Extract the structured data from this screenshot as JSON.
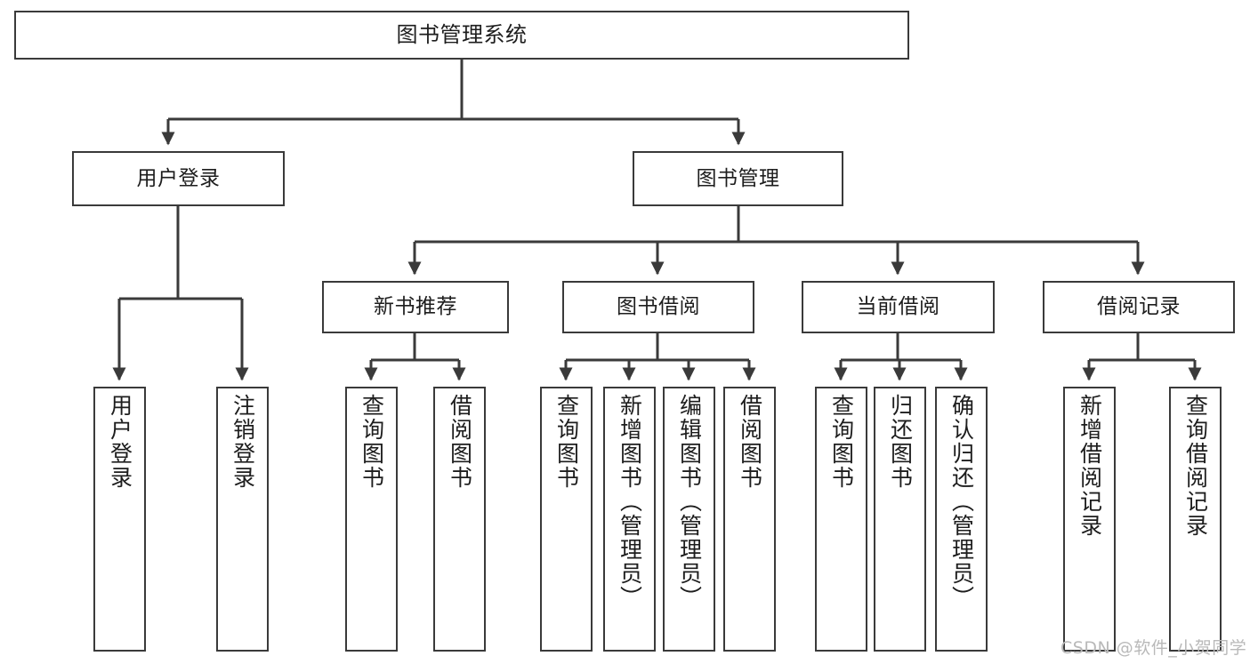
{
  "diagram": {
    "type": "tree-hierarchy",
    "title": "图书管理系统",
    "orientation": "top-down",
    "edge_color": "#3a3a3a",
    "node_border_color": "#3a3a3a",
    "node_fill_color": "#ffffff",
    "background_color": "#ffffff"
  },
  "nodes": {
    "root": {
      "label": "图书管理系统"
    },
    "level1": [
      {
        "id": "user-login",
        "label": "用户登录"
      },
      {
        "id": "book-manage",
        "label": "图书管理"
      }
    ],
    "level2": [
      {
        "id": "new-book-recommend",
        "label": "新书推荐"
      },
      {
        "id": "book-borrow",
        "label": "图书借阅"
      },
      {
        "id": "current-borrow",
        "label": "当前借阅"
      },
      {
        "id": "borrow-record",
        "label": "借阅记录"
      }
    ],
    "leaves": {
      "user-login": [
        {
          "id": "leaf-user-login",
          "label": "用户登录"
        },
        {
          "id": "leaf-logout",
          "label": "注销登录"
        }
      ],
      "new-book-recommend": [
        {
          "id": "leaf-query-book-1",
          "label": "查询图书"
        },
        {
          "id": "leaf-borrow-book-1",
          "label": "借阅图书"
        }
      ],
      "book-borrow": [
        {
          "id": "leaf-query-book-2",
          "label": "查询图书"
        },
        {
          "id": "leaf-add-book",
          "label": "新增图书（管理员）"
        },
        {
          "id": "leaf-edit-book",
          "label": "编辑图书（管理员）"
        },
        {
          "id": "leaf-borrow-book-2",
          "label": "借阅图书"
        }
      ],
      "current-borrow": [
        {
          "id": "leaf-query-book-3",
          "label": "查询图书"
        },
        {
          "id": "leaf-return-book",
          "label": "归还图书"
        },
        {
          "id": "leaf-confirm-return",
          "label": "确认归还（管理员）"
        }
      ],
      "borrow-record": [
        {
          "id": "leaf-add-record",
          "label": "新增借阅记录"
        },
        {
          "id": "leaf-query-record",
          "label": "查询借阅记录"
        }
      ]
    }
  },
  "watermark": {
    "text": "CSDN @软件_小贺同学"
  }
}
